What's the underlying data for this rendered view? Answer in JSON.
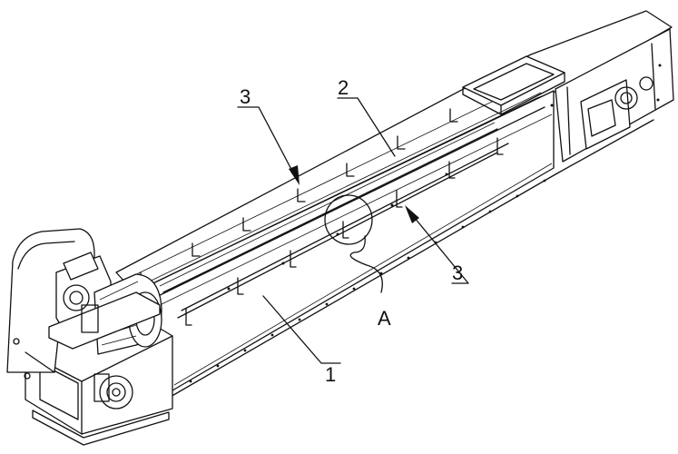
{
  "callouts": [
    {
      "id": "label-1",
      "text": "1"
    },
    {
      "id": "label-2",
      "text": "2"
    },
    {
      "id": "label-3-left",
      "text": "3"
    },
    {
      "id": "label-3-right",
      "text": "3"
    },
    {
      "id": "label-a",
      "text": "A"
    }
  ]
}
